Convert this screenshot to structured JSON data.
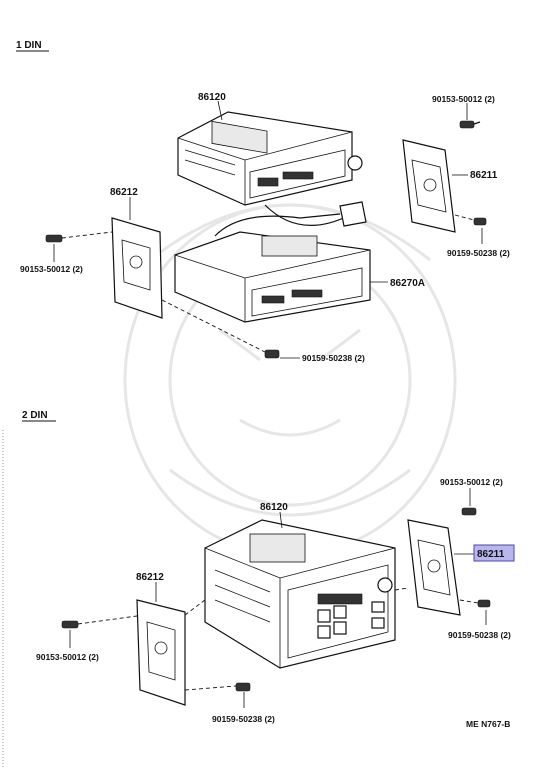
{
  "sections": {
    "din1": "1 DIN",
    "din2": "2 DIN"
  },
  "parts_1din": {
    "radio_assembly": "86120",
    "bracket_left": "86212",
    "bracket_right": "86211",
    "cassette_unit": "86270A",
    "screw_right_top": "90153-50012 (2)",
    "screw_right_bottom": "90159-50238 (2)",
    "screw_left": "90153-50012 (2)",
    "screw_bottom": "90159-50238 (2)"
  },
  "parts_2din": {
    "radio_assembly": "86120",
    "bracket_left": "86212",
    "bracket_right_highlighted": "86211",
    "screw_right_top": "90153-50012 (2)",
    "screw_right_bottom": "90159-50238 (2)",
    "screw_left": "90153-50012 (2)",
    "screw_bottom": "90159-50238 (2)"
  },
  "colors": {
    "highlight": "#b9b6ee",
    "line": "#111111"
  },
  "diagram_code": "ME N767-B"
}
